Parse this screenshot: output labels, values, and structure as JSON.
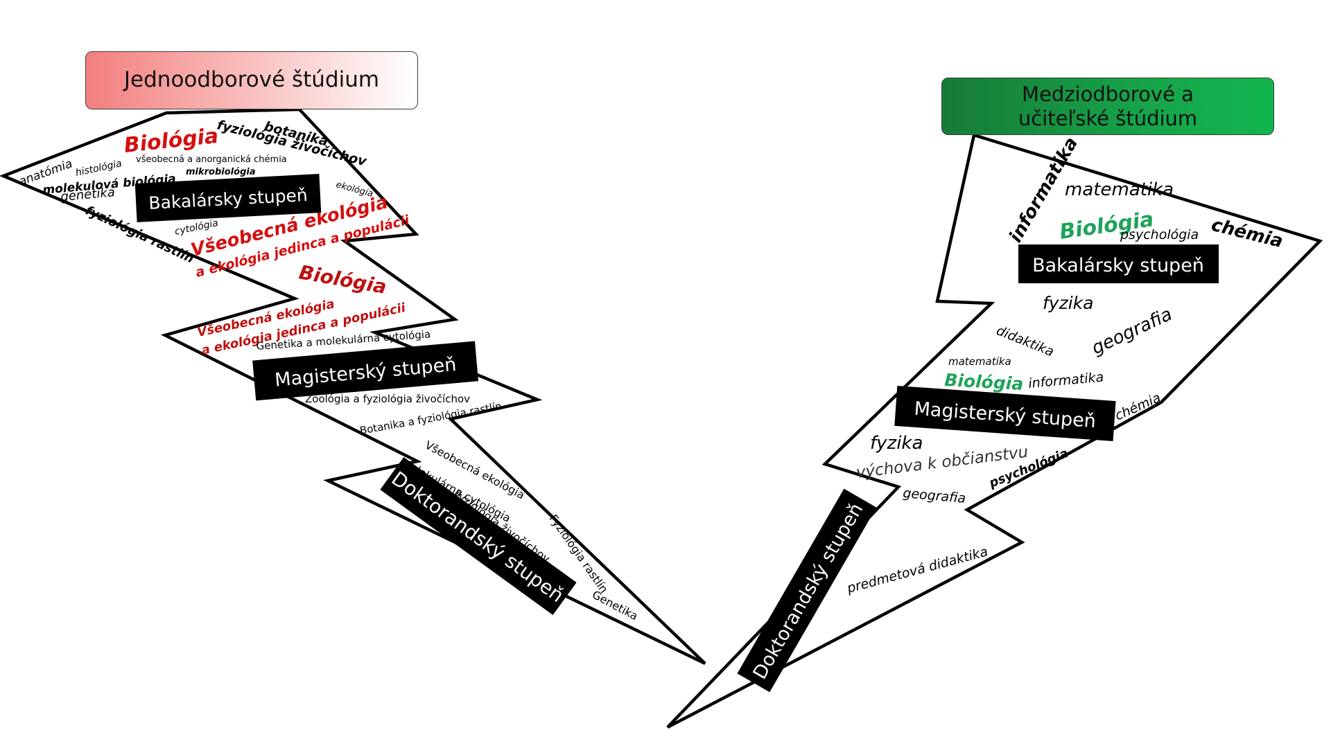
{
  "left_panel": {
    "header": "Jednoodborové štúdium",
    "stages": {
      "bachelor": "Bakalársky stupeň",
      "master": "Magisterský stupeň",
      "doctoral": "Doktorandský stupeň"
    },
    "bachelor_words": {
      "biologia": "Biológia",
      "botanika": "botanika",
      "fyziologia_zivocichov": "fyziológia živočíchov",
      "anatomia": "anatómia",
      "histologia": "histológia",
      "vseobecna_anorg_chemia": "všeobecná a anorganická chémia",
      "molekularna_biologia": "molekulová biológia",
      "mikrobiologia": "mikrobiológia",
      "genetika": "genetika",
      "ekologia": "ekológia",
      "fyziologia_rastlin": "fyziológia rastlín",
      "cytologia": "cytológia",
      "vseobecna_ekologia": "Všeobecná ekológia",
      "ekologia_jedinca": "a ekológia jedinca a populácii"
    },
    "master_words": {
      "biologia": "Biológia",
      "vseobecna_ekologia": "Všeobecná ekológia",
      "ekologia_jedinca": "a ekológia jedinca a populácii",
      "genetika_mol_cytologia": "Genetika a molekulárna cytológia",
      "zoologia": "Zoológia a fyziológia živočíchov",
      "botanika": "Botanika a fyziológia rastlín"
    },
    "doctoral_words": {
      "vseobecna_ekologia": "Všeobecná ekológia",
      "molekularna_cytologia": "Molekulárna cytológia",
      "fyziologia_zivocichov": "Fyziológia živočíchov",
      "fyziologia_rastlin": "Fyziológia rastlín",
      "genetika": "Genetika"
    }
  },
  "right_panel": {
    "header_line1": "Medziodborové a",
    "header_line2": "učiteľské štúdium",
    "stages": {
      "bachelor": "Bakalársky stupeň",
      "master": "Magisterský stupeň",
      "doctoral": "Doktorandský stupeň"
    },
    "bachelor_words": {
      "informatika": "informatika",
      "matematika": "matematika",
      "biologia": "Biológia",
      "psychologia": "psychológia",
      "chemia": "chémia",
      "fyzika": "fyzika",
      "geografia": "geografia"
    },
    "master_words": {
      "didaktika": "didaktika",
      "matematika": "matematika",
      "biologia": "Biológia",
      "informatika": "informatika",
      "chemia": "chémia",
      "fyzika": "fyzika",
      "vychova": "výchova k občianstvu",
      "psychologia": "psychológia",
      "geografia": "geografia"
    },
    "doctoral_words": {
      "predmetova_didaktika": "predmetová didaktika"
    }
  },
  "colors": {
    "accent_red": "#d40f0f",
    "dark_red": "#c01010",
    "accent_green": "#1ea35a",
    "label_bg": "#000000",
    "label_text": "#ffffff",
    "outline": "#000000"
  }
}
